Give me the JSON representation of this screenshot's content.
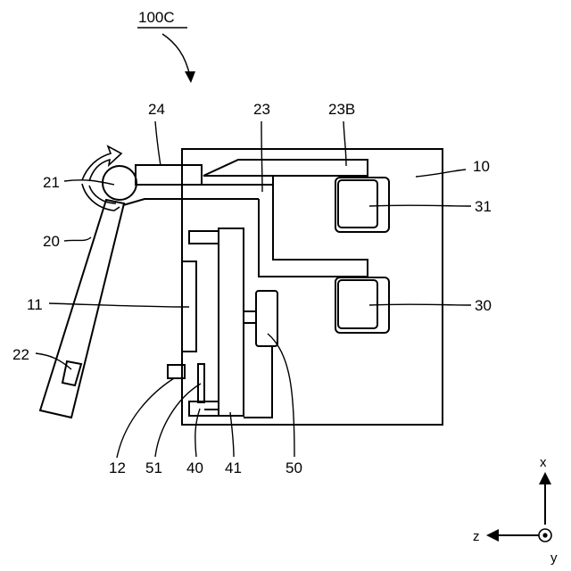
{
  "figure": {
    "label": "100C"
  },
  "labels": {
    "l24": "24",
    "l23": "23",
    "l23B": "23B",
    "l10": "10",
    "l21": "21",
    "l31": "31",
    "l20": "20",
    "l11": "11",
    "l30": "30",
    "l22": "22",
    "l12": "12",
    "l51": "51",
    "l40": "40",
    "l41": "41",
    "l50": "50"
  },
  "axes": {
    "x": "x",
    "z": "z",
    "y": "y"
  }
}
